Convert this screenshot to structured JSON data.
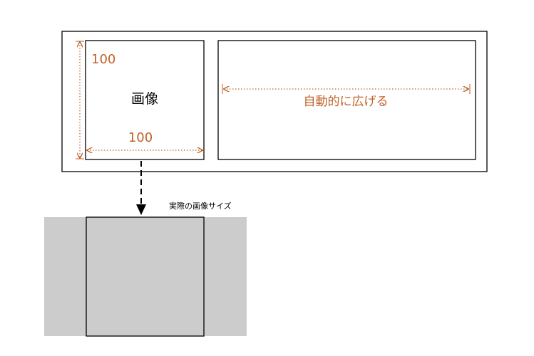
{
  "image_box": {
    "label": "画像",
    "height_label": "100",
    "width_label": "100"
  },
  "flex_box": {
    "label": "自動的に広げる"
  },
  "actual_size": {
    "label": "実際の画像サイズ"
  },
  "colors": {
    "dimension": "#c0622a",
    "outline": "#000000",
    "gray_fill": "#cccccc"
  }
}
